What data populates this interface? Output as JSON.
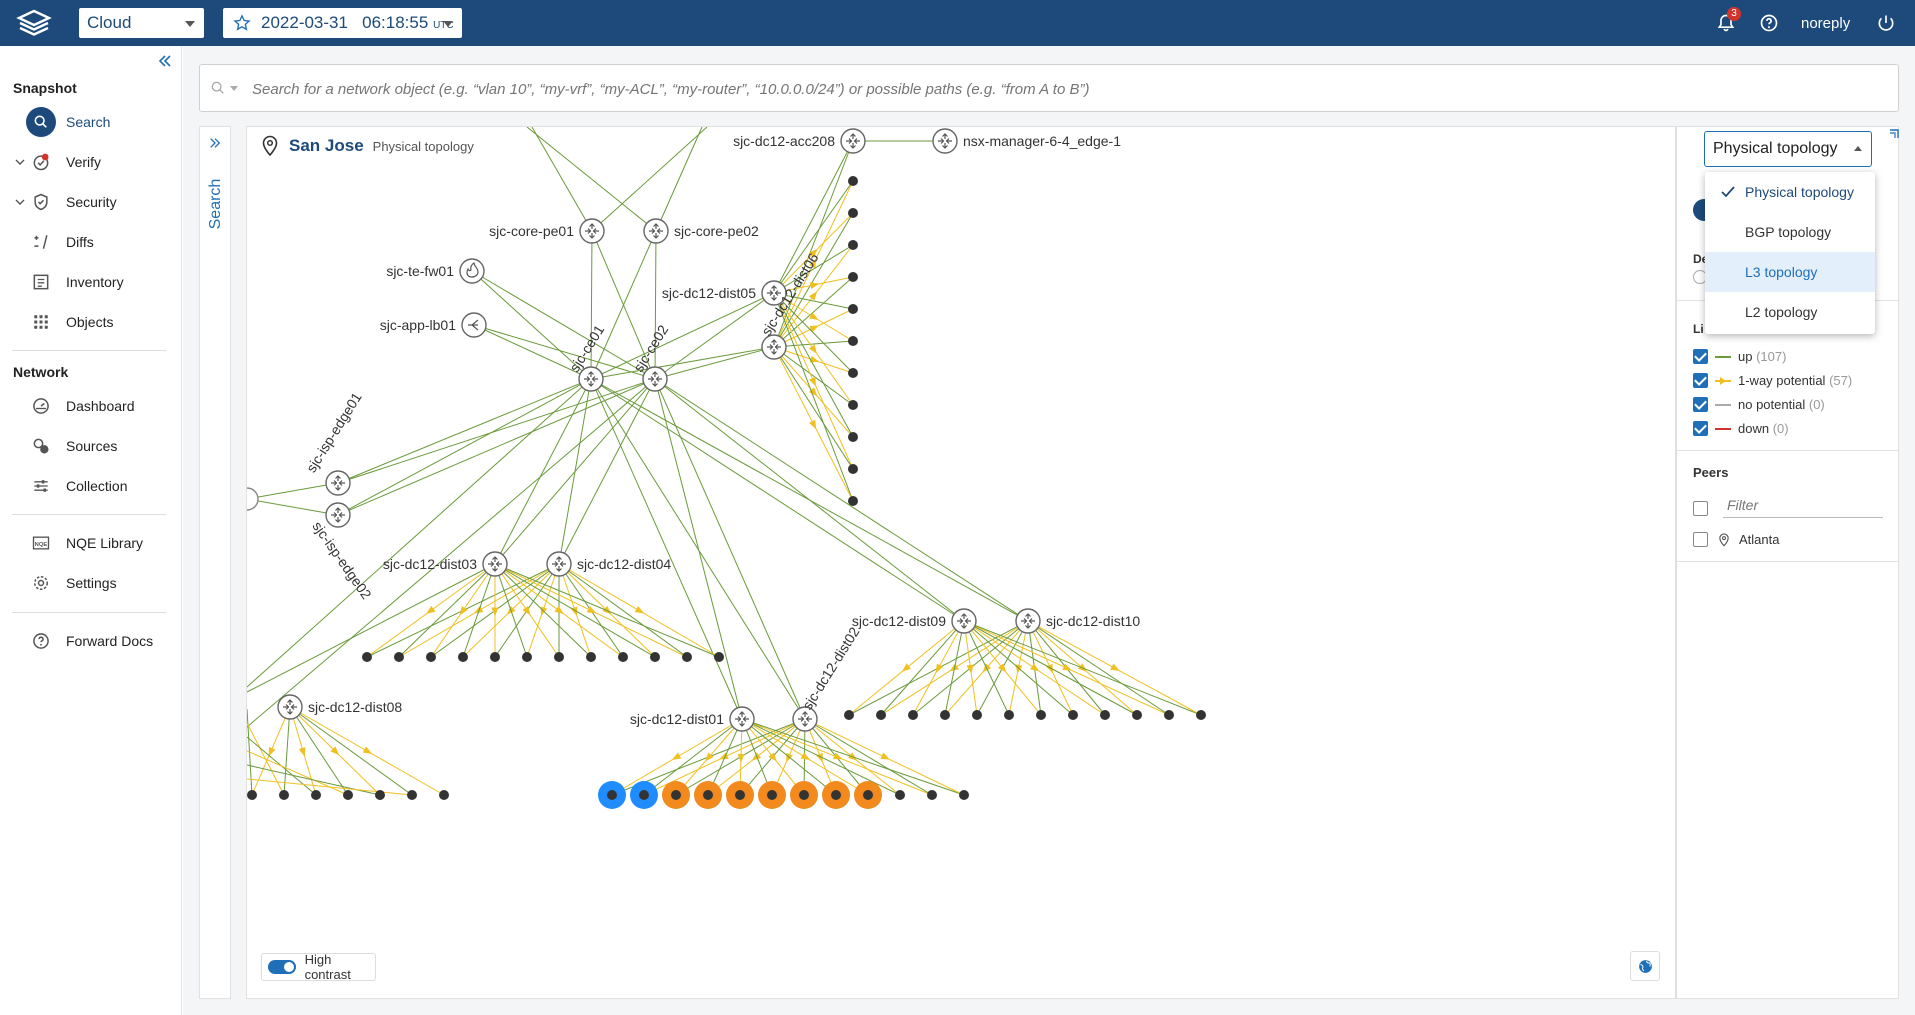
{
  "topbar": {
    "network_select": "Cloud",
    "snapshot_date": "2022-03-31",
    "snapshot_time": "06:18:55",
    "snapshot_tz": "UTC",
    "notification_count": "3",
    "user": "noreply"
  },
  "sidebar": {
    "snapshot_heading": "Snapshot",
    "snapshot_items": [
      {
        "label": "Search",
        "icon": "search-icon"
      },
      {
        "label": "Verify",
        "icon": "verify-icon"
      },
      {
        "label": "Security",
        "icon": "shield-icon"
      },
      {
        "label": "Diffs",
        "icon": "diff-icon"
      },
      {
        "label": "Inventory",
        "icon": "inventory-icon"
      },
      {
        "label": "Objects",
        "icon": "grid-icon"
      }
    ],
    "network_heading": "Network",
    "network_items": [
      {
        "label": "Dashboard",
        "icon": "dashboard-icon"
      },
      {
        "label": "Sources",
        "icon": "sources-icon"
      },
      {
        "label": "Collection",
        "icon": "sliders-icon"
      }
    ],
    "extra_items": [
      {
        "label": "NQE Library",
        "icon": "nqe-icon"
      },
      {
        "label": "Settings",
        "icon": "gear-icon"
      }
    ],
    "docs_item": {
      "label": "Forward Docs",
      "icon": "help-icon"
    }
  },
  "search": {
    "placeholder": "Search for a network object (e.g. “vlan 10”, “my-vrf”, “my-ACL”, “my-router”, “10.0.0.0/24”) or possible paths (e.g. “from A to B”)",
    "tab_label": "Search"
  },
  "canvas": {
    "location": "San Jose",
    "view_label": "Physical topology",
    "high_contrast_label": "High contrast",
    "high_contrast_on": true
  },
  "nodes": [
    {
      "name": "sjc-dc12-acc208"
    },
    {
      "name": "nsx-manager-6-4_edge-1"
    },
    {
      "name": "sjc-core-pe01"
    },
    {
      "name": "sjc-core-pe02"
    },
    {
      "name": "sjc-te-fw01"
    },
    {
      "name": "sjc-app-lb01"
    },
    {
      "name": "sjc-ce01"
    },
    {
      "name": "sjc-ce02"
    },
    {
      "name": "sjc-dc12-dist05"
    },
    {
      "name": "sjc-dc12-dist06"
    },
    {
      "name": "sjc-isp-edge01"
    },
    {
      "name": "sjc-isp-edge02"
    },
    {
      "name": "sjc-dc12-dist03"
    },
    {
      "name": "sjc-dc12-dist04"
    },
    {
      "name": "sjc-dc12-dist09"
    },
    {
      "name": "sjc-dc12-dist10"
    },
    {
      "name": "sjc-dc12-dist08"
    },
    {
      "name": "sjc-dc12-dist01"
    },
    {
      "name": "sjc-dc12-dist02"
    }
  ],
  "view_dropdown": {
    "selected": "Physical topology",
    "options": [
      "Physical topology",
      "BGP topology",
      "L3 topology",
      "L2 topology"
    ],
    "highlighted": "L3 topology"
  },
  "right_panel": {
    "de_label": "De",
    "li_label": "Li",
    "links": [
      {
        "label": "up",
        "count": "(107)",
        "color": "#6a9a3a"
      },
      {
        "label": "1-way potential",
        "count": "(57)",
        "color": "#f0c020"
      },
      {
        "label": "no potential",
        "count": "(0)",
        "color": "#aaaaaa"
      },
      {
        "label": "down",
        "count": "(0)",
        "color": "#d0342c"
      }
    ],
    "peers_heading": "Peers",
    "filter_placeholder": "Filter",
    "peers": [
      {
        "label": "Atlanta"
      }
    ]
  },
  "colors": {
    "brand": "#1d4a7a",
    "accent": "#1f6fb8",
    "link_up": "#6a9a3a",
    "link_potential": "#f0c020"
  }
}
